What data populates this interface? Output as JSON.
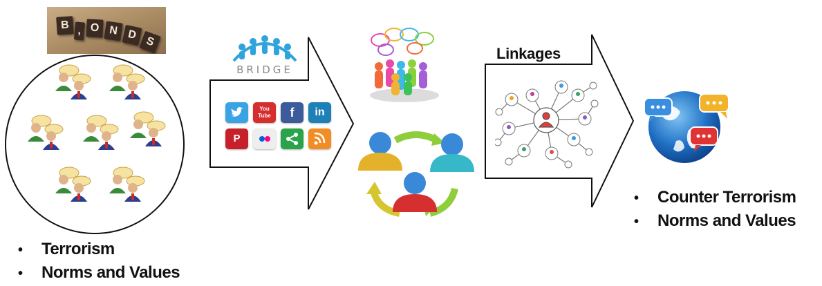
{
  "bonds": {
    "tiles": [
      "B",
      ",",
      "O",
      "N",
      "D",
      "S"
    ]
  },
  "bridge": {
    "label": "BRIDGE"
  },
  "linkages": {
    "label": "Linkages"
  },
  "left_list": {
    "items": [
      "Terrorism",
      "Norms and Values"
    ]
  },
  "right_list": {
    "items": [
      "Counter Terrorism",
      "Norms and Values"
    ]
  },
  "bullet": "•",
  "social": {
    "twitter": "t",
    "youtube": "You Tube",
    "facebook": "f",
    "linkedin": "in",
    "pinterest": "P",
    "share": "<",
    "rss": ")"
  },
  "colors": {
    "twitter": "#3aa3e3",
    "youtube": "#d62d2d",
    "facebook": "#3b5b9a",
    "linkedin": "#1f80b8",
    "pinterest": "#c8202b",
    "flickr": "#eeeeee",
    "share": "#2aa44a",
    "rss": "#f28c25",
    "bridge_blue": "#2fa4dc"
  }
}
